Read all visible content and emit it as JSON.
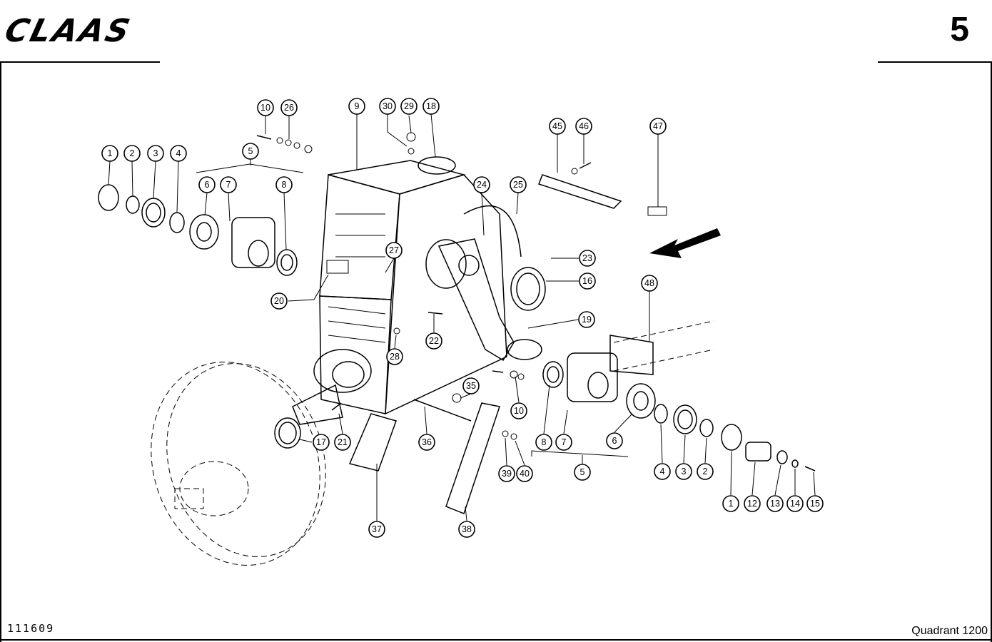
{
  "header": {
    "logo": "CLAAS",
    "page_number": "5"
  },
  "footer": {
    "drawing_code": "111609",
    "model": "Quadrant 1200"
  },
  "callouts": [
    {
      "id": "c1a",
      "label": "1"
    },
    {
      "id": "c2a",
      "label": "2"
    },
    {
      "id": "c3a",
      "label": "3"
    },
    {
      "id": "c4a",
      "label": "4"
    },
    {
      "id": "c5a",
      "label": "5"
    },
    {
      "id": "c6a",
      "label": "6"
    },
    {
      "id": "c7a",
      "label": "7"
    },
    {
      "id": "c8a",
      "label": "8"
    },
    {
      "id": "c9",
      "label": "9"
    },
    {
      "id": "c10a",
      "label": "10"
    },
    {
      "id": "c26",
      "label": "26"
    },
    {
      "id": "c30",
      "label": "30"
    },
    {
      "id": "c29",
      "label": "29"
    },
    {
      "id": "c18",
      "label": "18"
    },
    {
      "id": "c45",
      "label": "45"
    },
    {
      "id": "c46",
      "label": "46"
    },
    {
      "id": "c47",
      "label": "47"
    },
    {
      "id": "c24",
      "label": "24"
    },
    {
      "id": "c25",
      "label": "25"
    },
    {
      "id": "c23",
      "label": "23"
    },
    {
      "id": "c16",
      "label": "16"
    },
    {
      "id": "c27",
      "label": "27"
    },
    {
      "id": "c20",
      "label": "20"
    },
    {
      "id": "c19",
      "label": "19"
    },
    {
      "id": "c48",
      "label": "48"
    },
    {
      "id": "c22",
      "label": "22"
    },
    {
      "id": "c28",
      "label": "28"
    },
    {
      "id": "c35",
      "label": "35"
    },
    {
      "id": "c10b",
      "label": "10"
    },
    {
      "id": "c17",
      "label": "17"
    },
    {
      "id": "c21",
      "label": "21"
    },
    {
      "id": "c36",
      "label": "36"
    },
    {
      "id": "c39",
      "label": "39"
    },
    {
      "id": "c40",
      "label": "40"
    },
    {
      "id": "c8b",
      "label": "8"
    },
    {
      "id": "c7b",
      "label": "7"
    },
    {
      "id": "c6b",
      "label": "6"
    },
    {
      "id": "c5b",
      "label": "5"
    },
    {
      "id": "c4b",
      "label": "4"
    },
    {
      "id": "c3b",
      "label": "3"
    },
    {
      "id": "c2b",
      "label": "2"
    },
    {
      "id": "c1b",
      "label": "1"
    },
    {
      "id": "c12",
      "label": "12"
    },
    {
      "id": "c13",
      "label": "13"
    },
    {
      "id": "c14",
      "label": "14"
    },
    {
      "id": "c15",
      "label": "15"
    },
    {
      "id": "c37",
      "label": "37"
    },
    {
      "id": "c38",
      "label": "38"
    }
  ]
}
